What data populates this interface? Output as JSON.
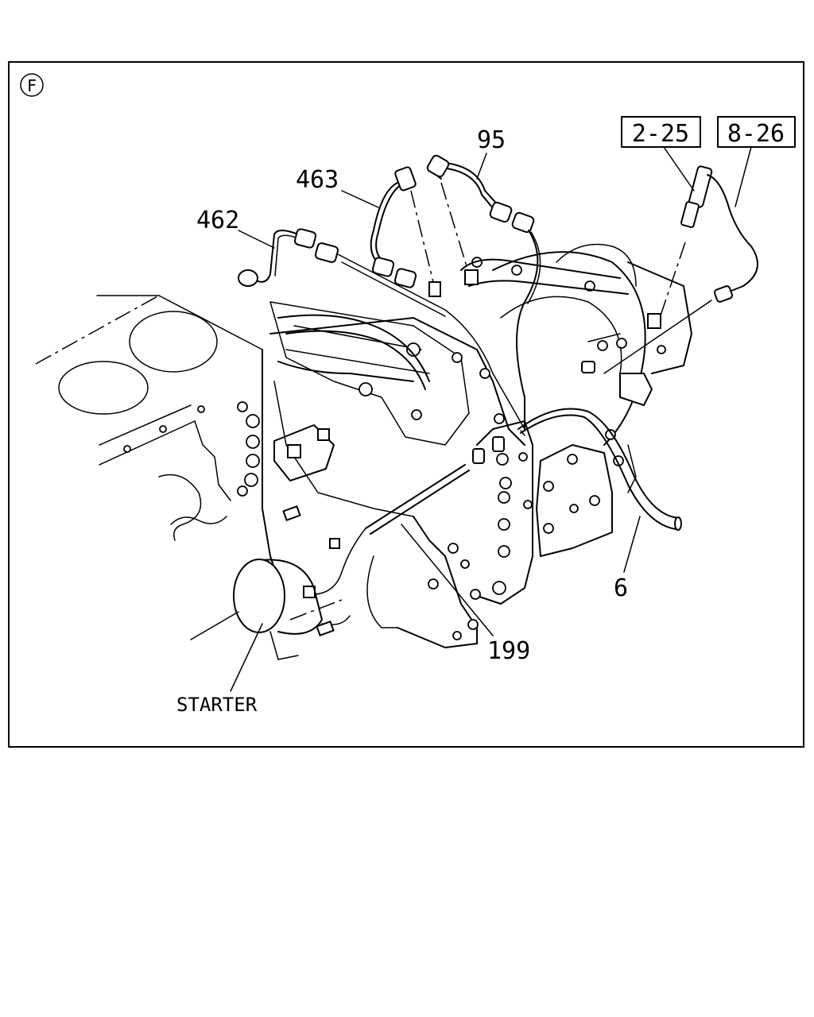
{
  "section_marker": "F",
  "callouts": {
    "c95": "95",
    "c463": "463",
    "c462": "462",
    "c6": "6",
    "c199": "199",
    "starter": "STARTER"
  },
  "references": {
    "ref1": "2-25",
    "ref2": "8-26"
  }
}
